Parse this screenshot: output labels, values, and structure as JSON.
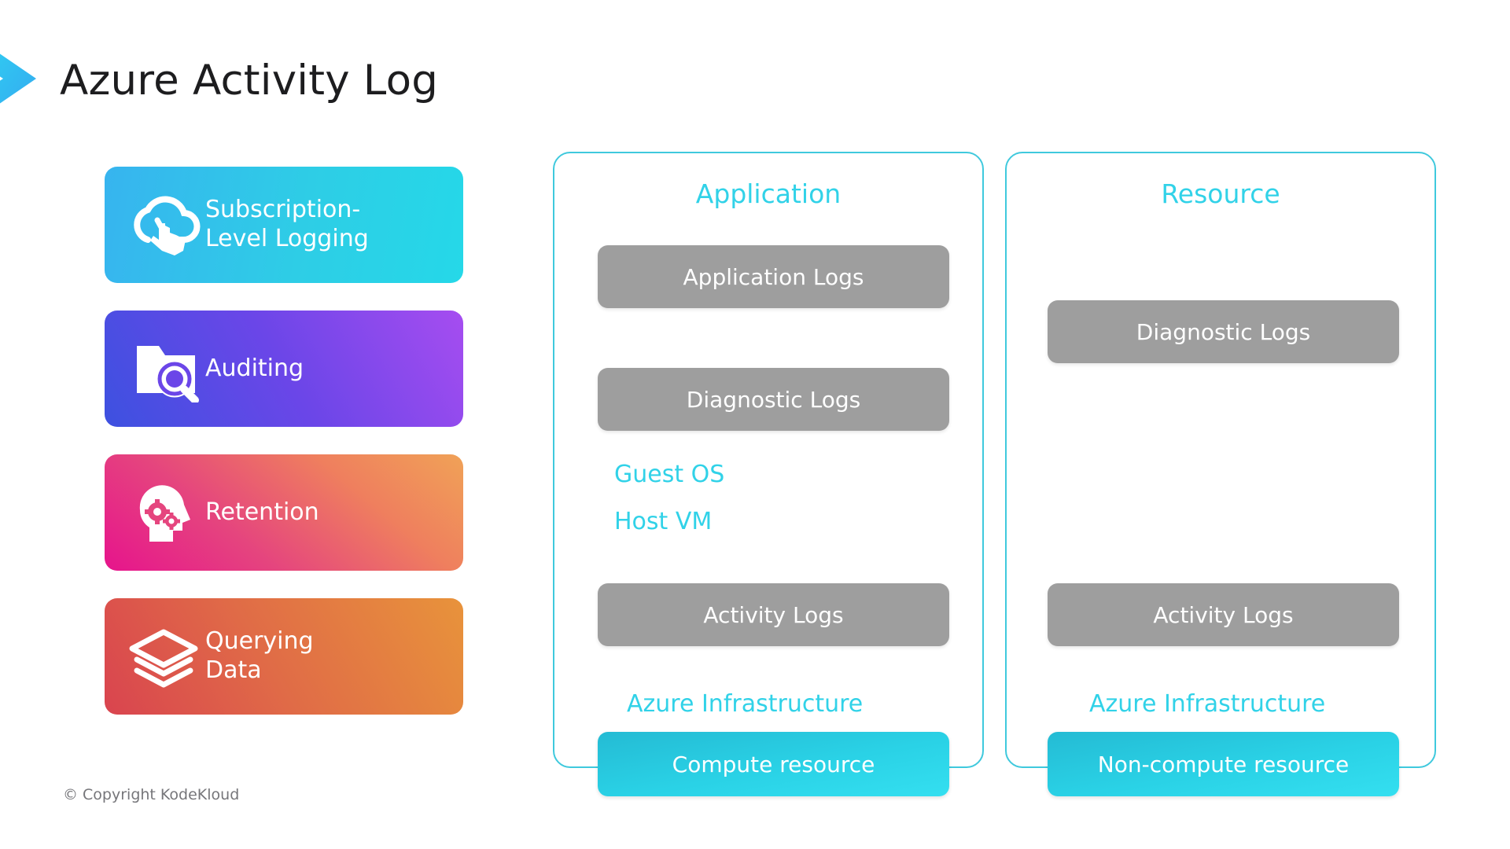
{
  "slide": {
    "title": "Azure Activity Log",
    "chevron_icon": "chevron-right-icon",
    "copyright": "© Copyright KodeKloud",
    "accent_cyan": "#31d2e8",
    "background": "#ffffff"
  },
  "features": [
    {
      "label": "Subscription-\nLevel Logging",
      "icon": "cloud-click-icon",
      "gradient_from": "#37b4ef",
      "gradient_to": "#25d8e8"
    },
    {
      "label": "Auditing",
      "icon": "folder-search-icon",
      "gradient_from": "#3d51e0",
      "gradient_to": "#a64df0"
    },
    {
      "label": "Retention",
      "icon": "head-gears-icon",
      "gradient_from": "#e6148c",
      "gradient_to": "#f0a257"
    },
    {
      "label": "Querying\nData",
      "icon": "layers-stack-icon",
      "gradient_from": "#d9444f",
      "gradient_to": "#e8933b"
    }
  ],
  "panels": {
    "application": {
      "title": "Application",
      "chips": {
        "app_logs": "Application Logs",
        "diagnostic_logs": "Diagnostic Logs",
        "activity_logs": "Activity Logs",
        "resource": "Compute resource"
      },
      "labels": {
        "guest_os": "Guest OS",
        "host_vm": "Host VM",
        "azure_infrastructure": "Azure Infrastructure"
      }
    },
    "resource": {
      "title": "Resource",
      "chips": {
        "diagnostic_logs": "Diagnostic Logs",
        "activity_logs": "Activity Logs",
        "resource": "Non-compute resource"
      },
      "labels": {
        "azure_infrastructure": "Azure Infrastructure"
      }
    }
  }
}
